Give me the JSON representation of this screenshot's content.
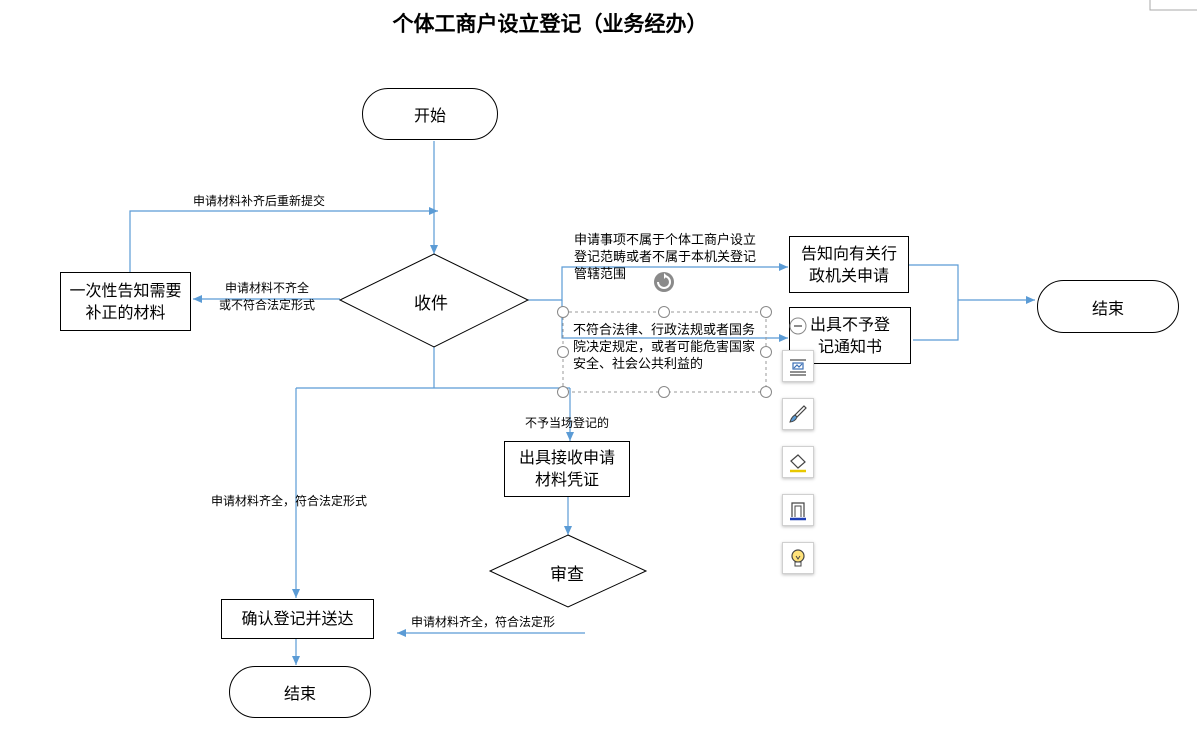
{
  "title": "个体工商户设立登记（业务经办）",
  "nodes": {
    "start": "开始",
    "receive": "收件",
    "notify_supplement": "一次性告知需要补正的材料",
    "inform_other": "告知向有关行政机关申请",
    "not_register": "出具不予登记通知书",
    "end_right": "结束",
    "receipt": "出具接收申请材料凭证",
    "review": "审查",
    "confirm": "确认登记并送达",
    "end_bottom": "结束"
  },
  "labels": {
    "resubmit": "申请材料补齐后重新提交",
    "incomplete_1": "申请材料不齐全",
    "incomplete_2": "或不符合法定形式",
    "out_of_scope": "申请事项不属于个体工商户设立登记范畴或者不属于本机关登记管辖范围",
    "illegal": "不符合法律、行政法规或者国务院决定规定，或者可能危害国家安全、社会公共利益的",
    "not_onsite": "不予当场登记的",
    "complete_left": "申请材料齐全，符合法定形式",
    "complete_review": "申请材料齐全，符合法定形"
  },
  "toolbar": [
    "layout-options-icon",
    "brush-icon",
    "fill-icon",
    "outline-icon",
    "lightbulb-icon"
  ],
  "colors": {
    "connector": "#5b9bd5",
    "shape_border": "#000000"
  }
}
